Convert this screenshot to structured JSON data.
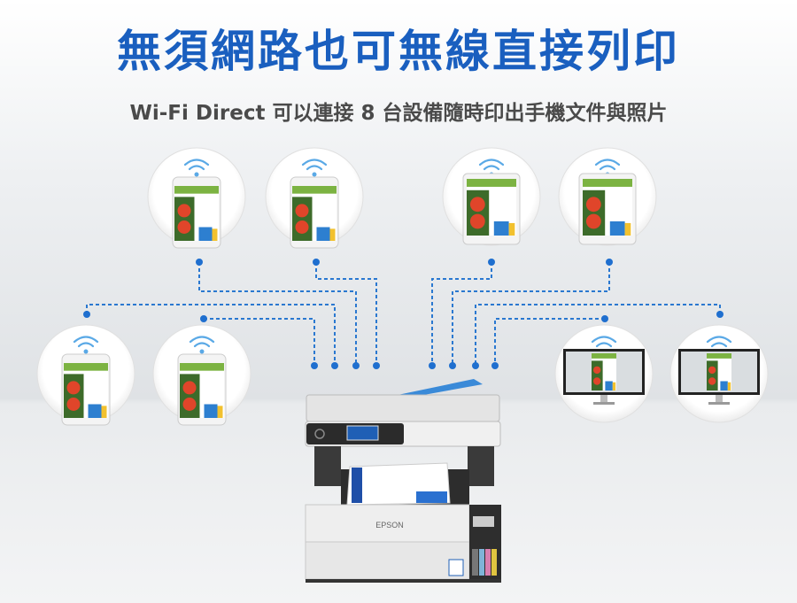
{
  "header": {
    "title": "無須網路也可無線直接列印",
    "subtitle": "Wi-Fi Direct 可以連接 8 台設備隨時印出手機文件與照片"
  },
  "devices": [
    {
      "type": "phone",
      "icon": "wifi-icon"
    },
    {
      "type": "phone",
      "icon": "wifi-icon"
    },
    {
      "type": "tablet",
      "icon": "wifi-icon"
    },
    {
      "type": "tablet",
      "icon": "wifi-icon"
    },
    {
      "type": "phone",
      "icon": "wifi-icon"
    },
    {
      "type": "phone",
      "icon": "wifi-icon"
    },
    {
      "type": "monitor",
      "icon": "wifi-icon"
    },
    {
      "type": "monitor",
      "icon": "wifi-icon"
    }
  ],
  "printer": {
    "brand": "EPSON"
  },
  "colors": {
    "accent": "#1a5fbf",
    "line": "#2a78d0",
    "subtitle": "#4a4a4a"
  }
}
